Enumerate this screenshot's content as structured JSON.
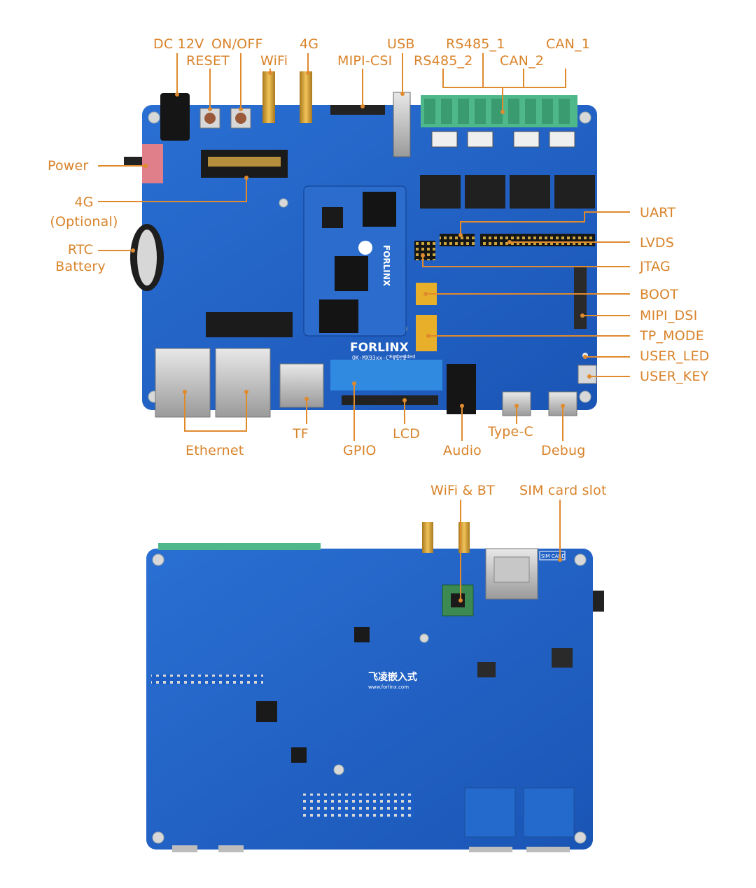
{
  "top_board": {
    "labels": {
      "dc12v": "DC 12V",
      "onoff": "ON/OFF",
      "g4_top": "4G",
      "usb": "USB",
      "rs485_1": "RS485_1",
      "can_1": "CAN_1",
      "reset": "RESET",
      "wifi": "WiFi",
      "mipi_csi": "MIPI-CSI",
      "rs485_2": "RS485_2",
      "can_2": "CAN_2",
      "power": "Power",
      "g4_opt_1": "4G",
      "g4_opt_2": "(Optional)",
      "rtc_1": "RTC",
      "rtc_2": "Battery",
      "uart": "UART",
      "lvds": "LVDS",
      "jtag": "JTAG",
      "boot": "BOOT",
      "mipi_dsi": "MIPI_DSI",
      "tp_mode": "TP_MODE",
      "user_led": "USER_LED",
      "user_key": "USER_KEY",
      "ethernet": "Ethernet",
      "tf": "TF",
      "gpio": "GPIO",
      "lcd": "LCD",
      "audio": "Audio",
      "typec": "Type-C",
      "debug": "Debug"
    },
    "silkscreen": {
      "brand": "FORLINX",
      "brand_sub": "Embedded",
      "model": "OK-MX93xx-C V1.1"
    }
  },
  "bottom_board": {
    "labels": {
      "wifi_bt": "WiFi & BT",
      "sim": "SIM card slot"
    },
    "silkscreen": {
      "brand_cn": "飞凌嵌入式",
      "url": "www.forlinx.com",
      "sim_text": "SIM CARD"
    }
  },
  "colors": {
    "label": "#d9832a",
    "pcb": "#1d5fc4",
    "pcb_dark": "#174ea6"
  }
}
